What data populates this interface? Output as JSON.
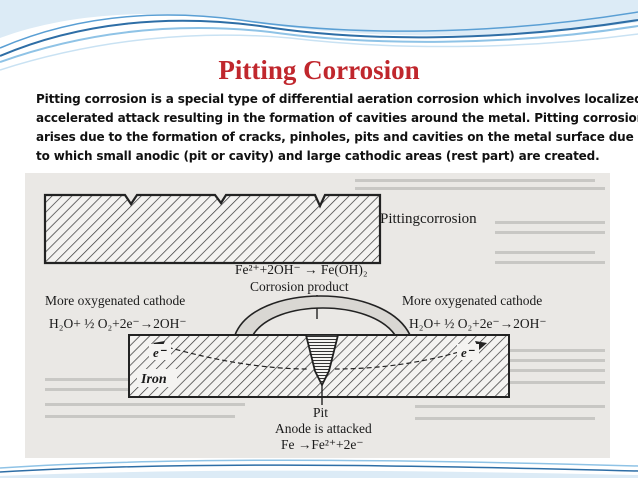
{
  "slide": {
    "title": "Pitting Corrosion",
    "body_lines": [
      "Pitting corrosion is a special type of differential aeration corrosion which involves localized",
      "accelerated attack resulting in the formation of cavities around the metal. Pitting corrosion",
      "arises due to the formation of cracks, pinholes, pits and cavities on the metal surface due",
      "to which small anodic (pit or cavity) and large cathodic areas (rest part) are created."
    ]
  },
  "figure": {
    "top_caption": "Pittingcorrosion",
    "reaction_top": "Fe²⁺+2OH⁻ → Fe(OH)₂",
    "product_label": "Corrosion product",
    "left_cathode_label": "More oxygenated cathode",
    "left_cathode_eq": "H₂O+ ½ O₂+2e⁻→2OH⁻",
    "right_cathode_label": "More oxygenated cathode",
    "right_cathode_eq": "H₂O+ ½ O₂+2e⁻→2OH⁻",
    "left_electron": "e⁻",
    "right_electron": "e⁻",
    "metal_label": "Iron",
    "pit_label": "Pit",
    "anode_label": "Anode is attacked",
    "anode_eq": "Fe →Fe²⁺+2e⁻"
  },
  "colors": {
    "title": "#c0272d",
    "wave_dark": "#2e6ea6",
    "wave_light": "#8fc3e6",
    "scan_bg": "#eae8e5",
    "ink": "#1a1a1a"
  }
}
